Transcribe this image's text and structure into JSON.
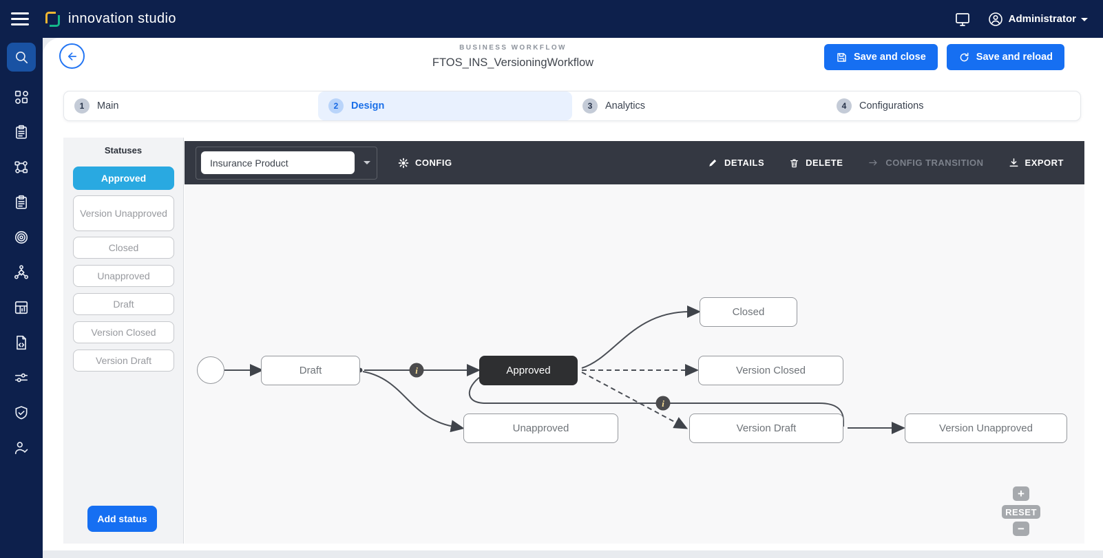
{
  "navbar": {
    "app_name": "innovation studio",
    "user_label": "Administrator",
    "icons": [
      "menu-icon",
      "monitor-icon",
      "user-avatar-icon",
      "caret-down-icon"
    ]
  },
  "sidebar": {
    "icons": [
      "search",
      "process-nodes",
      "clipboard",
      "flow-sitemap",
      "tasks-clipboard",
      "target",
      "share-network",
      "dashboard-chart",
      "file-code",
      "sliders",
      "shield-check",
      "user-check"
    ],
    "active_icon": "search"
  },
  "header": {
    "eyebrow": "BUSINESS WORKFLOW",
    "title": "FTOS_INS_VersioningWorkflow",
    "save_close_label": "Save and close",
    "save_reload_label": "Save and reload"
  },
  "tabs": [
    {
      "num": "1",
      "label": "Main"
    },
    {
      "num": "2",
      "label": "Design"
    },
    {
      "num": "3",
      "label": "Analytics"
    },
    {
      "num": "4",
      "label": "Configurations"
    }
  ],
  "active_tab": "Design",
  "statuses": {
    "title": "Statuses",
    "items": [
      "Approved",
      "Version Unapproved",
      "Closed",
      "Unapproved",
      "Draft",
      "Version Closed",
      "Version Draft"
    ],
    "selected": "Approved",
    "add_label": "Add status"
  },
  "toolbar": {
    "entity_value": "Insurance Product",
    "config_label": "CONFIG",
    "details_label": "DETAILS",
    "delete_label": "DELETE",
    "config_transition_label": "CONFIG TRANSITION",
    "config_transition_disabled": true,
    "export_label": "EXPORT"
  },
  "canvas": {
    "nodes": {
      "draft": "Draft",
      "approved": "Approved",
      "closed": "Closed",
      "version_closed": "Version Closed",
      "unapproved": "Unapproved",
      "version_draft": "Version Draft",
      "version_unapproved": "Version Unapproved"
    },
    "selected_node": "Approved",
    "transitions": [
      {
        "from": "start",
        "to": "Draft",
        "style": "solid"
      },
      {
        "from": "Draft",
        "to": "Approved",
        "style": "solid",
        "badge": "info"
      },
      {
        "from": "Draft",
        "to": "Unapproved",
        "style": "solid"
      },
      {
        "from": "Approved",
        "to": "Closed",
        "style": "solid"
      },
      {
        "from": "Approved",
        "to": "Version Closed",
        "style": "dashed"
      },
      {
        "from": "Approved",
        "to": "Version Draft",
        "style": "dashed"
      },
      {
        "from": "Approved",
        "to": "Version Unapproved",
        "style": "solid",
        "badge": "info"
      },
      {
        "from": "Version Draft",
        "to": "Version Unapproved",
        "style": "solid"
      }
    ],
    "info_badge": "i",
    "zoom": {
      "zoom_in": "+",
      "reset": "RESET",
      "zoom_out": "−"
    }
  },
  "colors": {
    "navy": "#0d204c",
    "accent_blue": "#166ff2",
    "active_status": "#29a9e1",
    "toolbar_dark": "#343842",
    "selected_node": "#2e2f31"
  }
}
